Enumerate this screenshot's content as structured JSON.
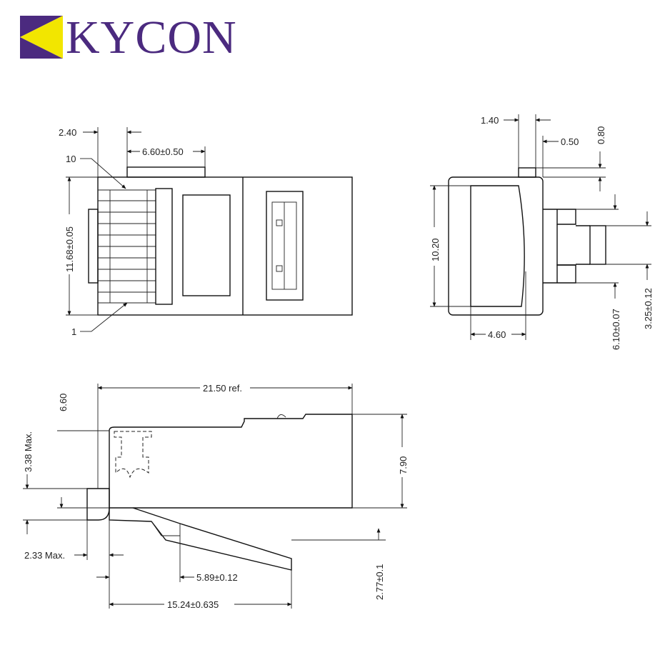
{
  "logo": {
    "brand": "KYCON",
    "colors": {
      "purple": "#4b2a7f",
      "yellow": "#f2e600"
    }
  },
  "front_view": {
    "dim_2_40": "2.40",
    "dim_6_60": "6.60±0.50",
    "label_10": "10",
    "label_1": "1",
    "dim_11_68": "11.68±0.05"
  },
  "end_view": {
    "dim_1_40": "1.40",
    "dim_0_50": "0.50",
    "dim_0_80": "0.80",
    "dim_10_20": "10.20",
    "dim_4_60": "4.60",
    "dim_6_10": "6.10±0.07",
    "dim_3_25": "3.25±0.12"
  },
  "side_view": {
    "dim_21_50": "21.50 ref.",
    "dim_6_60": "6.60",
    "dim_3_38": "3.38 Max.",
    "dim_7_90": "7.90",
    "dim_2_33": "2.33 Max.",
    "dim_5_89": "5.89±0.12",
    "dim_2_77": "2.77±0.1",
    "dim_15_24": "15.24±0.635"
  }
}
